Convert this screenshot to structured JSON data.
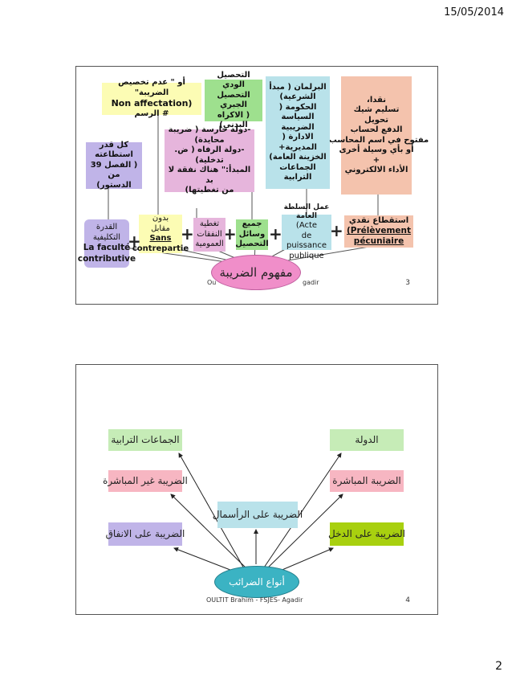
{
  "header": {
    "date": "15/05/2014"
  },
  "page_number": "2",
  "slide1": {
    "center": "مفهوم الضريبة",
    "footer_left": "Ou",
    "footer_right": "gadir",
    "slide_number": "3",
    "plus": "+",
    "boxes": {
      "b1": {
        "l1": "استقطاع نقدي",
        "l2": "(Prélèvement",
        "l3": "pécuniaire"
      },
      "b2": {
        "l1": "عمل السلطة العامة",
        "l2": "(Acte",
        "l3": "de puissance",
        "l4": "publique"
      },
      "b3": {
        "l1": "جميع",
        "l2": "وسائل",
        "l3": "التحصيل"
      },
      "b4": {
        "l1": "تغطية",
        "l2": "النفقات",
        "l3": "العمومية"
      },
      "b5": {
        "l1": "بدون",
        "l2": "مقابل",
        "l3": "Sans",
        "l4": "contrepartie"
      },
      "b6": {
        "l1": "القدرة",
        "l2": "التكليفية",
        "l3": "La faculté",
        "l4": "contributive"
      },
      "t1": {
        "l1": "نقدا،",
        "l2": "تسليم شيك",
        "l3": "تحويل",
        "l4": "الدفع لحساب",
        "l5": "مفتوح في اسم المحاسب",
        "l6": "أو بأي وسيلة أخرى",
        "l7": "+",
        "l8": "الأداء الالكتروني"
      },
      "t2": {
        "l1": "البرلمان ( مبدأ",
        "l2": "الشرعية)",
        "l3": "الحكومة ( السياسة",
        "l4": "الضريبية",
        "l5": "الادارة ( المديرية+",
        "l6": "الخزينة العامة)",
        "l7": "الجماعات",
        "l8": "الترابية"
      },
      "t3": {
        "l1": "التحصيل الودي",
        "l2": "التحصيل الجبري",
        "l3": "( الاكراه البدني)"
      },
      "t4": {
        "l1": "أو \" عدم تخصيص الضريبة\"",
        "l2": "Non affectation)",
        "l3": "# الرسم"
      },
      "t5": {
        "l1": "-دولة حارسة ( ضريبة",
        "l2": "محايدة)",
        "l3": "-دولة الرفاه ( ض. تدخلية)",
        "l4": "المبدأ:\" هناك نفقة لا بد",
        "l5": "من تغطيتها)"
      },
      "t6": {
        "l1": "كل قدر استطاعته",
        "l2": "( الفصل 39 من",
        "l3": "الدستور)"
      }
    }
  },
  "slide2": {
    "center": "أنواع الضرائب",
    "footer": "OULTIT Brahim - FSJES- Agadir",
    "slide_number": "4",
    "boxes": {
      "local": "الجماعات الترابية",
      "state": "الدولة",
      "indirect": "الضريبة غير المباشرة",
      "direct": "الضريبة المباشرة",
      "capital": "الضريبة على الرأسمال",
      "spending": "الضريبة على الانفاق",
      "income": "الضريبة على الدخل"
    }
  },
  "colors": {
    "salmon": "#f4c3ad",
    "light_blue": "#b9e2ea",
    "light_green": "#9ee08e",
    "pale_yellow": "#fcfcb4",
    "lavender": "#c0b4e8",
    "pink": "#e6b5dc",
    "oval_pink": "#f08ec9",
    "teal": "#3bb3c3",
    "income_green": "#a8d00f",
    "pink_box": "#f7b6c2",
    "green_box": "#c6ecb7"
  }
}
